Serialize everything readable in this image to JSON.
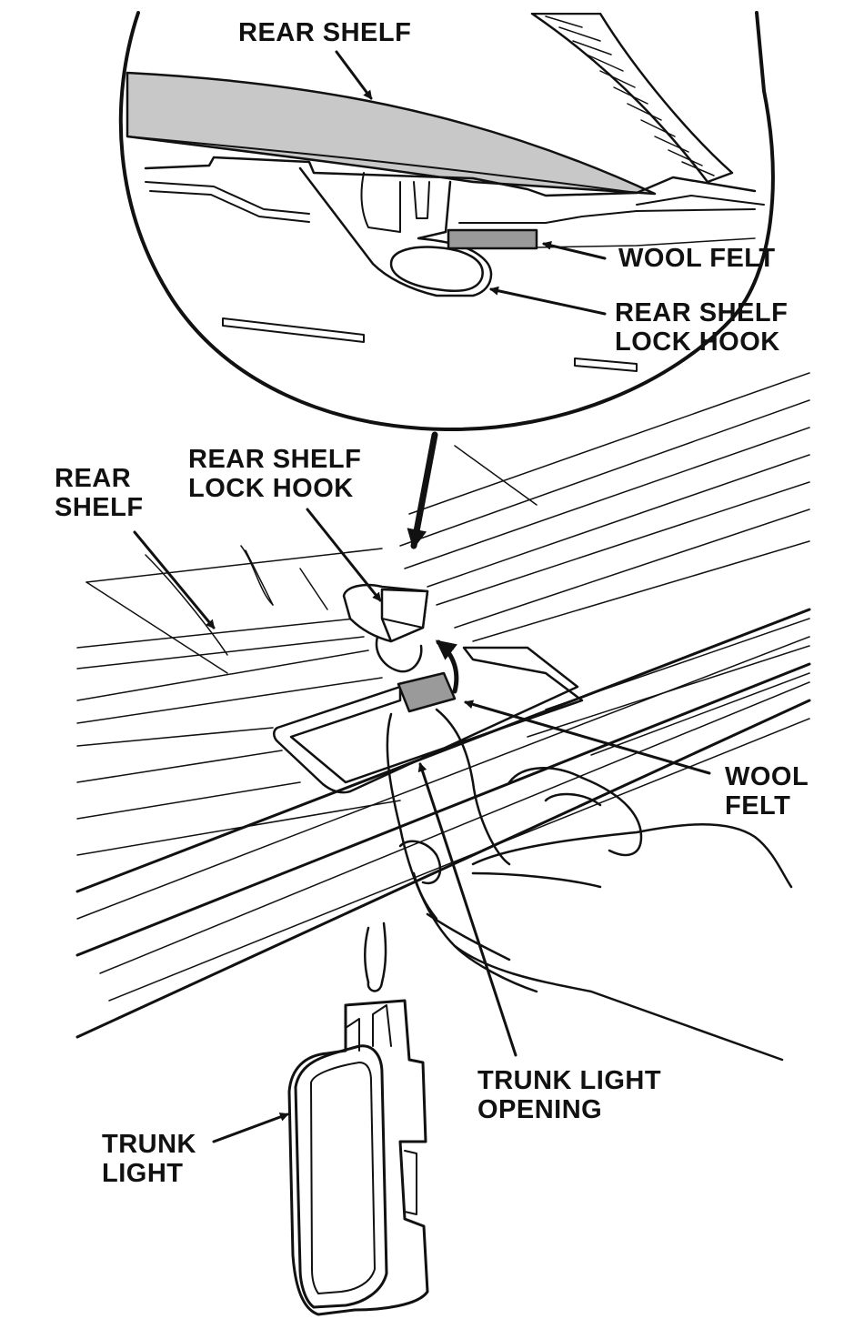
{
  "labels": {
    "detail_rear_shelf": "REAR SHELF",
    "detail_wool_felt": "WOOL FELT",
    "detail_lock_hook_1": "REAR SHELF",
    "detail_lock_hook_2": "LOCK HOOK",
    "main_rear_shelf_1": "REAR",
    "main_rear_shelf_2": "SHELF",
    "main_lock_hook_1": "REAR SHELF",
    "main_lock_hook_2": "LOCK HOOK",
    "main_wool_felt_1": "WOOL",
    "main_wool_felt_2": "FELT",
    "trunk_light_opening_1": "TRUNK LIGHT",
    "trunk_light_opening_2": "OPENING",
    "trunk_light_1": "TRUNK",
    "trunk_light_2": "LIGHT"
  },
  "colors": {
    "ink": "#111111",
    "shelf_fill": "#c8c8c8",
    "felt_fill": "#9a9a9a",
    "background": "#ffffff"
  }
}
